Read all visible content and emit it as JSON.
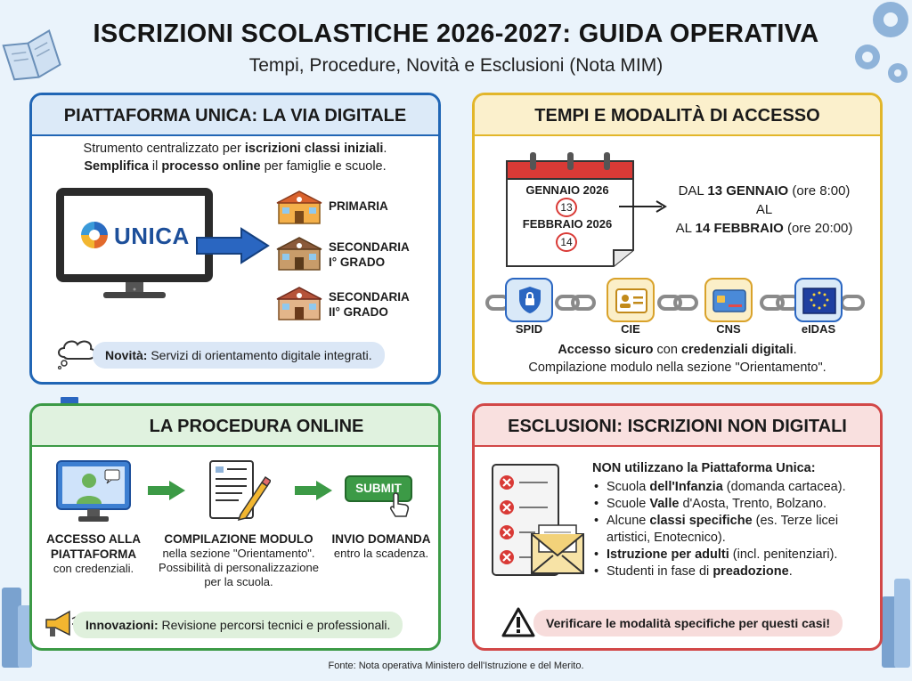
{
  "title": "ISCRIZIONI SCOLASTICHE 2026-2027: GUIDA OPERATIVA",
  "subtitle": "Tempi, Procedure, Novità e Esclusioni (Nota MIM)",
  "panel_unica": {
    "heading": "PIATTAFORMA UNICA: LA VIA DIGITALE",
    "intro_1a": "Strumento centralizzato per ",
    "intro_1b": "iscrizioni classi iniziali",
    "intro_1c": ".",
    "intro_2a": "Semplifica",
    "intro_2b": " il ",
    "intro_2c": "processo online",
    "intro_2d": " per famiglie e scuole.",
    "logo_text": "UNICA",
    "schools": [
      {
        "line1": "PRIMARIA",
        "line2": ""
      },
      {
        "line1": "SECONDARIA",
        "line2": "I° GRADO"
      },
      {
        "line1": "SECONDARIA",
        "line2": "II° GRADO"
      }
    ],
    "news_label": "Novità:",
    "news_text": " Servizi di orientamento digitale integrati."
  },
  "panel_tempi": {
    "heading": "TEMPI E MODALITÀ DI ACCESSO",
    "cal_month_1": "GENNAIO 2026",
    "cal_day_1": "13",
    "cal_month_2": "FEBBRAIO 2026",
    "cal_day_2": "14",
    "from_prefix": "DAL ",
    "from_date": "13 GENNAIO",
    "from_time": " (ore 8:00)",
    "al": "AL",
    "to_prefix": "AL ",
    "to_date": "14 FEBBRAIO",
    "to_time": " (ore 20:00)",
    "credentials": [
      "SPID",
      "CIE",
      "CNS",
      "eIDAS"
    ],
    "access_1a": "Accesso sicuro",
    "access_1b": " con ",
    "access_1c": "credenziali digitali",
    "access_1d": ".",
    "access_2": "Compilazione modulo nella sezione \"Orientamento\"."
  },
  "panel_procedura": {
    "heading": "LA PROCEDURA ONLINE",
    "step1_title_1": "ACCESSO ALLA",
    "step1_title_2": "PIATTAFORMA",
    "step1_desc": "con credenziali.",
    "step2_title": "COMPILAZIONE MODULO",
    "step2_desc_1": "nella sezione \"Orientamento\".",
    "step2_desc_2": "Possibilità di personalizzazione",
    "step2_desc_3": "per la scuola.",
    "submit_label": "SUBMIT",
    "step3_title": "INVIO DOMANDA",
    "step3_desc": "entro la scadenza.",
    "innov_label": "Innovazioni:",
    "innov_text": " Revisione percorsi tecnici e professionali."
  },
  "panel_esclusioni": {
    "heading": "ESCLUSIONI: ISCRIZIONI NON DIGITALI",
    "lead": "NON utilizzano la Piattaforma Unica:",
    "items": [
      {
        "a": "Scuola ",
        "b": "dell'Infanzia",
        "c": " (domanda cartacea)."
      },
      {
        "a": "Scuole ",
        "b": "Valle",
        "c": " d'Aosta, Trento, Bolzano."
      },
      {
        "a": "Alcune ",
        "b": "classi specifiche",
        "c": " (es. Terze licei"
      },
      {
        "a": "artistici, Enotecnico).",
        "b": "",
        "c": ""
      },
      {
        "a": "",
        "b": "Istruzione per adulti",
        "c": " (incl. penitenziari)."
      },
      {
        "a": "Studenti in fase di ",
        "b": "preadozione",
        "c": "."
      }
    ],
    "warning": "Verificare le modalità specifiche per questi casi!"
  },
  "footer": "Fonte: Nota operativa Ministero dell'Istruzione e del Merito.",
  "colors": {
    "blue": "#2166b5",
    "yellow": "#e2b62a",
    "green": "#3c9a46",
    "red": "#d24848",
    "background": "#eaf3fb"
  }
}
